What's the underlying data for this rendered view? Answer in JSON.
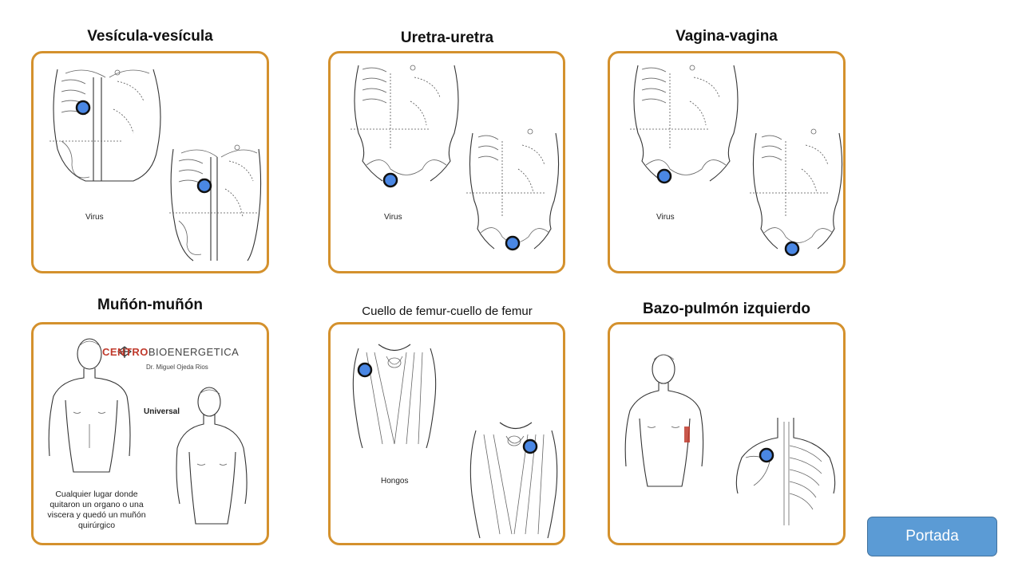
{
  "panels": [
    {
      "title": "Vesícula-vesícula",
      "label": "Virus"
    },
    {
      "title": "Uretra-uretra",
      "label": "Virus"
    },
    {
      "title": "Vagina-vagina",
      "label": "Virus"
    },
    {
      "title": "Muñón-muñón",
      "label": "Universal",
      "brand_bold": "CENTRO",
      "brand_rest": "BIOENERGETICA",
      "brand_sub": "Dr. Miguel Ojeda Rios",
      "note": "Cualquier lugar donde quitaron un organo o una viscera y quedó un muñón quirúrgico"
    },
    {
      "title": "Cuello de femur-cuello de femur",
      "label": "Hongos"
    },
    {
      "title": "Bazo-pulmón izquierdo"
    }
  ],
  "button": {
    "label": "Portada"
  },
  "colors": {
    "frame": "#d4912d",
    "dot": "#4a87e4",
    "button": "#5b9bd5"
  }
}
